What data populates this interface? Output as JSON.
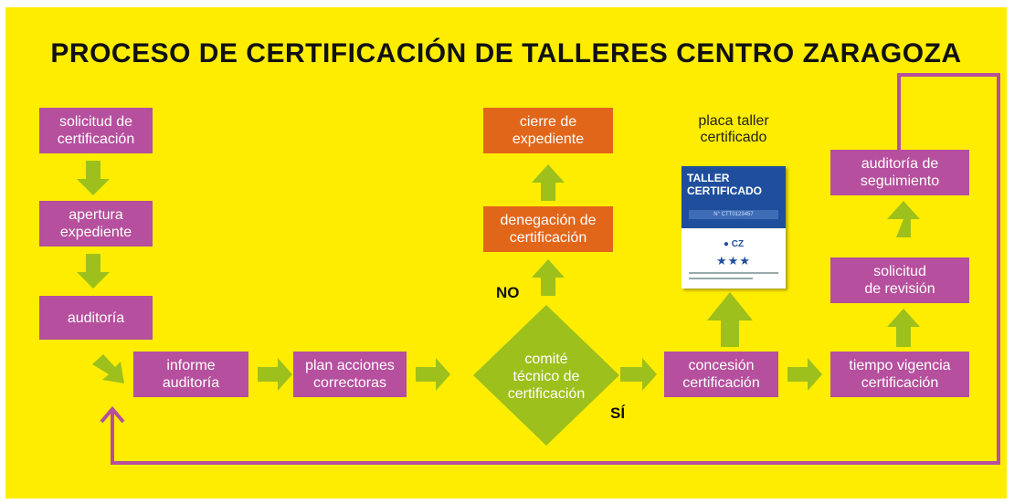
{
  "title": "PROCESO DE CERTIFICACIÓN DE TALLERES CENTRO ZARAGOZA",
  "nodes": {
    "solicitud": "solicitud de\ncertificación",
    "apertura": "apertura\nexpediente",
    "auditoria": "auditoría",
    "informe": "informe\nauditoría",
    "plan": "plan acciones\ncorrectoras",
    "comite": "comité\ntécnico de\ncertificación",
    "concesion": "concesión\ncertificación",
    "tiempo": "tiempo vigencia\ncertificación",
    "solicitud_revision": "solicitud\nde revisión",
    "auditoria_seguimiento": "auditoría de\nseguimiento",
    "denegacion": "denegación de\ncertificación",
    "cierre": "cierre de\nexpediente"
  },
  "decision_labels": {
    "no": "NO",
    "si": "SÍ"
  },
  "plate": {
    "caption": "placa taller\ncertificado",
    "heading": "TALLER\nCERTIFICADO",
    "code": "N° CTT0123457",
    "logo": "● CZ",
    "stars": "★★★"
  },
  "colors": {
    "background": "#ffed00",
    "process_box": "#b64f9d",
    "terminal_box": "#e2661a",
    "arrow": "#9dc01c",
    "decision": "#9dc01c",
    "loop_line": "#b64f9d"
  }
}
